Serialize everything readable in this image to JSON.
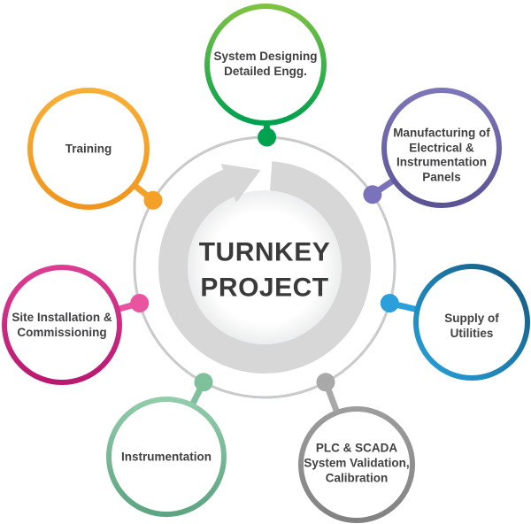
{
  "hub": {
    "label": "TURNKEY\nPROJECT",
    "label_color": "#3A3A3B",
    "orbit_color": "#C9CACB",
    "arrow_color": "#D7D7D8",
    "disc_edge_color": "#ECEDEE"
  },
  "label_text_color": "#414143",
  "items": [
    {
      "id": "system-designing",
      "label": "System Designing\nDetailed Engg.",
      "ring_from": "#7EC243",
      "ring_to": "#00A14F",
      "dot_color": "#00A14F"
    },
    {
      "id": "manufacturing-panels",
      "label": "Manufacturing of\nElectrical &\nInstrumentation\nPanels",
      "ring_from": "#7C76B8",
      "ring_to": "#5A5394",
      "dot_color": "#7A73BB"
    },
    {
      "id": "supply-of-utilities",
      "label": "Supply of\nUtilities",
      "ring_from": "#14577F",
      "ring_to": "#27A3DC",
      "dot_color": "#2A9FD9"
    },
    {
      "id": "plc-scada-validation",
      "label": "PLC & SCADA\nSystem Validation,\nCalibration",
      "ring_from": "#9D9D9D",
      "ring_to": "#828282",
      "dot_color": "#A9A9A9"
    },
    {
      "id": "instrumentation",
      "label": "Instrumentation",
      "ring_from": "#92CCAA",
      "ring_to": "#5CA482",
      "dot_color": "#7EC09C"
    },
    {
      "id": "site-installation-commissioning",
      "label": "Site Installation &\nCommissioning",
      "ring_from": "#DC3D93",
      "ring_to": "#B9186F",
      "dot_color": "#E8549F"
    },
    {
      "id": "training",
      "label": "Training",
      "ring_from": "#F8AF37",
      "ring_to": "#F1951C",
      "dot_color": "#F5A127"
    }
  ]
}
